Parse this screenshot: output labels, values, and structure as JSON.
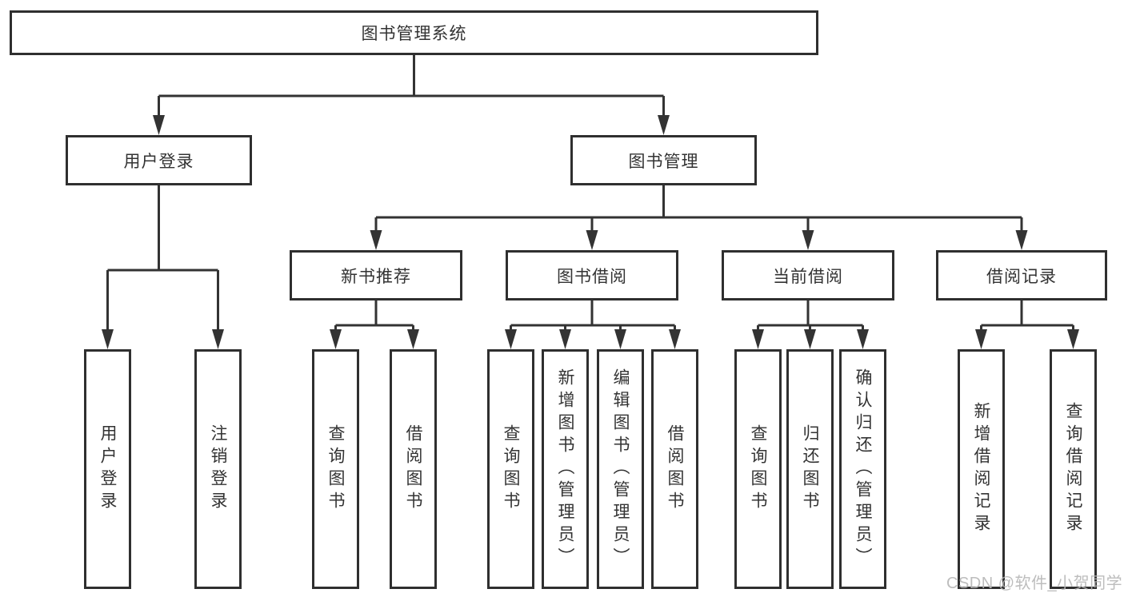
{
  "colors": {
    "line": "#333333",
    "border": "#2f2f2f",
    "text": "#333333",
    "watermark": "#b6b6b6",
    "background": "#ffffff"
  },
  "root": {
    "label": "图书管理系统"
  },
  "level2": {
    "user_login": {
      "label": "用户登录"
    },
    "book_management": {
      "label": "图书管理"
    }
  },
  "level3": {
    "new_book_recommend": {
      "label": "新书推荐"
    },
    "book_borrowing": {
      "label": "图书借阅"
    },
    "current_borrowing": {
      "label": "当前借阅"
    },
    "borrow_records": {
      "label": "借阅记录"
    }
  },
  "leaves": {
    "user_login": {
      "label": "用户登录"
    },
    "logout": {
      "label": "注销登录"
    },
    "recommend_query_books": {
      "label": "查询图书"
    },
    "recommend_borrow_books": {
      "label": "借阅图书"
    },
    "borrowing_query_books": {
      "label": "查询图书"
    },
    "borrowing_add_books_admin": {
      "label": "新增图书（管理员）"
    },
    "borrowing_edit_books_admin": {
      "label": "编辑图书（管理员）"
    },
    "borrowing_borrow_books": {
      "label": "借阅图书"
    },
    "current_query_books": {
      "label": "查询图书"
    },
    "current_return_books": {
      "label": "归还图书"
    },
    "current_confirm_return_admin": {
      "label": "确认归还（管理员）"
    },
    "records_add_borrow_record": {
      "label": "新增借阅记录"
    },
    "records_query_borrow_record": {
      "label": "查询借阅记录"
    }
  },
  "watermark": {
    "text": "CSDN @软件_小贺同学"
  }
}
